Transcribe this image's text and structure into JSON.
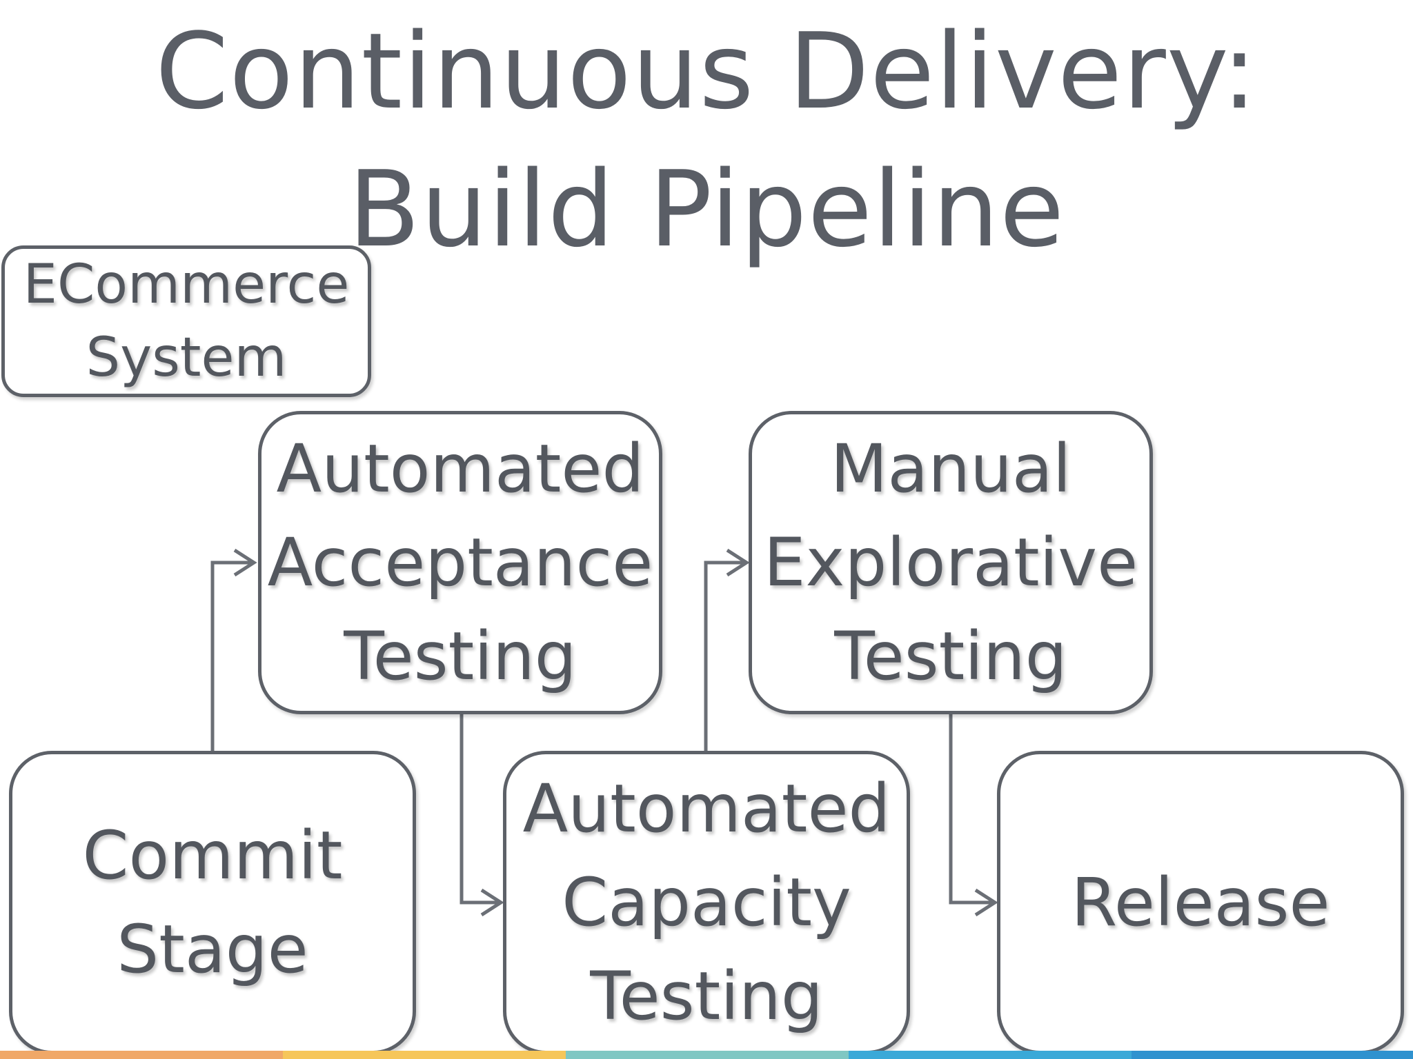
{
  "title": {
    "line1": "Continuous Delivery:",
    "line2": "Build Pipeline"
  },
  "system_tag": {
    "line1": "ECommerce",
    "line2": "System"
  },
  "stages": {
    "commit": {
      "line1": "Commit",
      "line2": "Stage"
    },
    "acceptance": {
      "line1": "Automated",
      "line2": "Acceptance",
      "line3": "Testing"
    },
    "capacity": {
      "line1": "Automated",
      "line2": "Capacity",
      "line3": "Testing"
    },
    "manual": {
      "line1": "Manual",
      "line2": "Explorative",
      "line3": "Testing"
    },
    "release": {
      "line1": "Release"
    }
  },
  "colors": {
    "text": "#555960",
    "box_border": "#5d6168",
    "arrow": "#6b6f76",
    "footer_stripes": [
      "#f0a868",
      "#f6c65a",
      "#7fc7c3",
      "#3aa9d8",
      "#2f92cf"
    ]
  }
}
